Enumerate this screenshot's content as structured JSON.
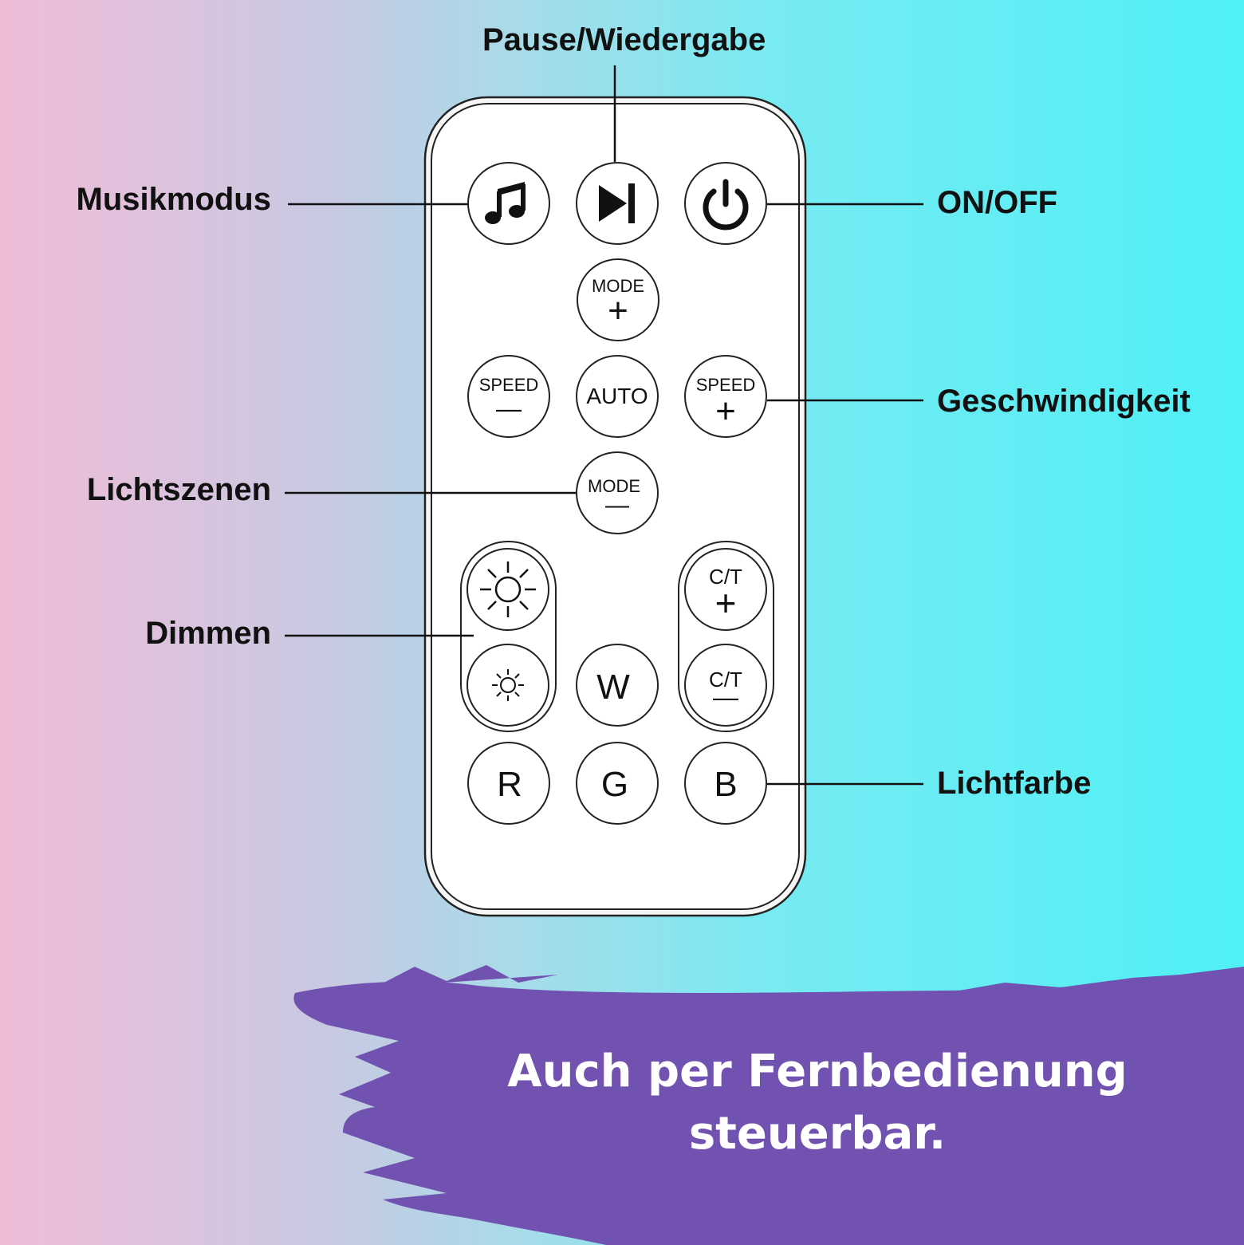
{
  "colors": {
    "background_left": "#f0bcd8",
    "background_right": "#4ff0f6",
    "remote_body": "#ffffff",
    "outline": "#222222",
    "banner": "#7152b0",
    "banner_text": "#ffffff"
  },
  "callouts": {
    "pause": "Pause/Wiedergabe",
    "music": "Musikmodus",
    "onoff": "ON/OFF",
    "speed": "Geschwindigkeit",
    "scenes": "Lichtszenen",
    "dim": "Dimmen",
    "color": "Lichtfarbe"
  },
  "buttons": {
    "music": {
      "icon": "music-note-icon"
    },
    "play_pause": {
      "icon": "play-pause-icon"
    },
    "power": {
      "icon": "power-icon"
    },
    "mode_plus": {
      "label": "MODE",
      "sign": "+"
    },
    "speed_minus": {
      "label": "SPEED",
      "sign": "—"
    },
    "auto": {
      "label": "AUTO"
    },
    "speed_plus": {
      "label": "SPEED",
      "sign": "+"
    },
    "mode_minus": {
      "label": "MODE",
      "sign": "—"
    },
    "brightness_up": {
      "icon": "sun-large-icon"
    },
    "brightness_down": {
      "icon": "sun-small-icon"
    },
    "ct_plus": {
      "label": "C/T",
      "sign": "+"
    },
    "ct_minus": {
      "label": "C/T",
      "sign": "—"
    },
    "w": {
      "label": "W"
    },
    "r": {
      "label": "R"
    },
    "g": {
      "label": "G"
    },
    "b": {
      "label": "B"
    }
  },
  "banner": {
    "line1": "Auch per Fernbedienung",
    "line2": "steuerbar."
  }
}
